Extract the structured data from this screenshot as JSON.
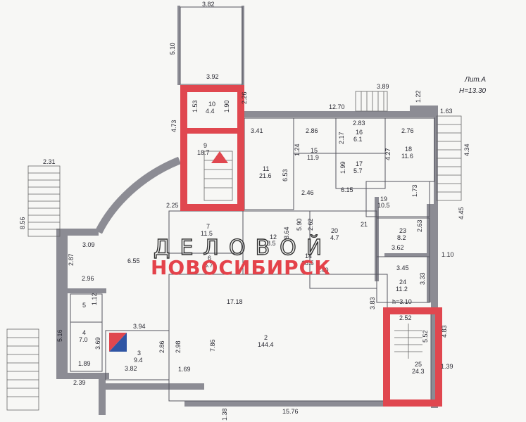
{
  "header": {
    "lit": "Лит.А",
    "height": "H=13.30"
  },
  "watermark": {
    "line1": "ДЕЛОВОЙ",
    "line2": "НОВОСИБИРСК"
  },
  "rooms": [
    {
      "num": "10",
      "area": "4.4"
    },
    {
      "num": "9",
      "area": "18.7"
    },
    {
      "num": "11",
      "area": "21.6"
    },
    {
      "num": "15",
      "area": "11.9"
    },
    {
      "num": "16",
      "area": "6.1"
    },
    {
      "num": "17",
      "area": "5.7"
    },
    {
      "num": "18",
      "area": "11.6"
    },
    {
      "num": "19",
      "area": "10.5"
    },
    {
      "num": "7",
      "area": "11.5"
    },
    {
      "num": "12",
      "area": "8.5"
    },
    {
      "num": "20",
      "area": "4.7"
    },
    {
      "num": "21",
      "area": ""
    },
    {
      "num": "23",
      "area": "8.2"
    },
    {
      "num": "24",
      "area": "11.2"
    },
    {
      "num": "5",
      "area": ""
    },
    {
      "num": "4",
      "area": "7.0"
    },
    {
      "num": "3",
      "area": "9.4"
    },
    {
      "num": "2",
      "area": "144.4"
    },
    {
      "num": "25",
      "area": "24.3"
    },
    {
      "num": "14",
      "area": "18.5"
    },
    {
      "num": "6",
      "area": "5.7"
    }
  ],
  "dimensions": [
    "3.82",
    "5.10",
    "3.92",
    "1.53",
    "1.90",
    "2.26",
    "4.73",
    "12.70",
    "3.89",
    "1.22",
    "1.63",
    "3.41",
    "2.86",
    "2.83",
    "2.17",
    "2.76",
    "4.34",
    "4.27",
    "6.53",
    "1.24",
    "1.99",
    "2.46",
    "6.15",
    "1.73",
    "2.31",
    "8.56",
    "2.25",
    "4.45",
    "5.90",
    "2.62",
    "2.63",
    "3.09",
    "2.87",
    "6.55",
    "3.62",
    "1.10",
    "3.45",
    "3.33",
    "2.96",
    "1.12",
    "17.18",
    "5.40",
    "3.83",
    "h=3.10",
    "2.52",
    "3.94",
    "5.16",
    "3.69",
    "2.86",
    "2.98",
    "7.86",
    "5.52",
    "4.83",
    "1.89",
    "3.82",
    "1.69",
    "2.39",
    "1.39",
    "1.38",
    "15.76",
    "8.64"
  ]
}
